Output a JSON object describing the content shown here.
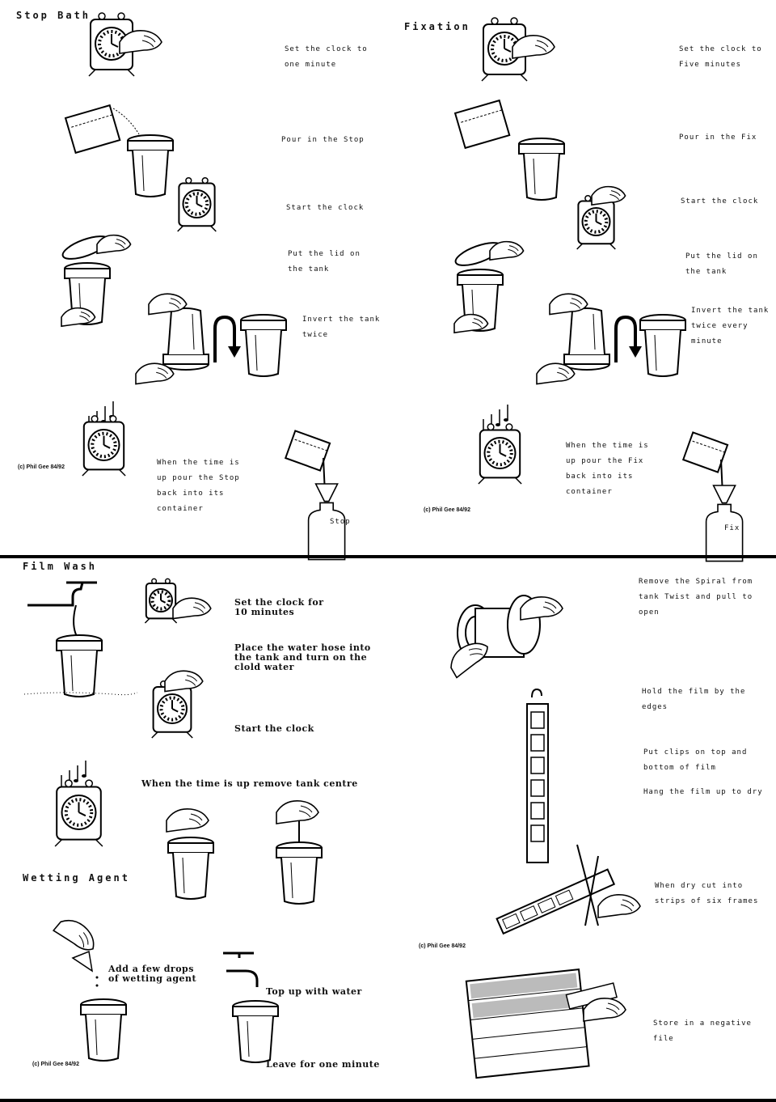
{
  "stop_bath": {
    "heading": "Stop Bath",
    "steps": [
      {
        "text": "Set the clock to one minute"
      },
      {
        "text": "Pour in the Stop"
      },
      {
        "text": "Start the clock"
      },
      {
        "text": "Put the lid on the tank"
      },
      {
        "text": "Invert the tank twice"
      },
      {
        "text": "When the time is up pour the Stop back into its container"
      }
    ],
    "container_label": "Stop",
    "copyright": "(c) Phil Gee 84/92"
  },
  "fixation": {
    "heading": "Fixation",
    "steps": [
      {
        "text": "Set the clock to Five minutes"
      },
      {
        "text": "Pour in the Fix"
      },
      {
        "text": "Start the clock"
      },
      {
        "text": "Put the lid on the tank"
      },
      {
        "text": "Invert the tank twice every minute"
      },
      {
        "text": "When the time is up pour the Fix back into its container"
      }
    ],
    "container_label": "Fix",
    "copyright": "(c) Phil Gee 84/92"
  },
  "film_wash": {
    "heading": "Film Wash",
    "steps": [
      {
        "text": "Set the clock for 10 minutes"
      },
      {
        "text": "Place the water hose into the tank and turn on the clold water"
      },
      {
        "text": "Start the clock"
      },
      {
        "text": "When the time is up remove tank centre"
      }
    ]
  },
  "wetting_agent": {
    "heading": "Wetting Agent",
    "steps": [
      {
        "text": "Add a few drops of wetting agent"
      },
      {
        "text": "Top up with water"
      },
      {
        "text": "Leave for one minute"
      }
    ],
    "copyright": "(c) Phil Gee 84/92"
  },
  "drying": {
    "steps": [
      {
        "text": "Remove the Spiral from tank Twist and pull to open"
      },
      {
        "text": "Hold the film by the edges"
      },
      {
        "text": "Put clips on top and bottom of film"
      },
      {
        "text": "Hang the film up to dry"
      },
      {
        "text": "When dry cut into strips of six frames"
      },
      {
        "text": "Store in a negative file"
      }
    ],
    "copyright": "(c) Phil Gee 84/92"
  }
}
